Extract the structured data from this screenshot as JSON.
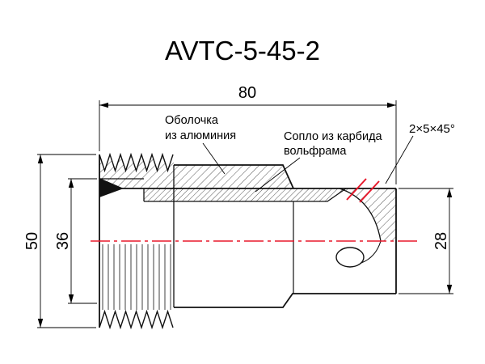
{
  "title": "AVTC-5-45-2",
  "annotations": {
    "shell": {
      "line1": "Оболочка",
      "line2": "из алюминия"
    },
    "nozzle": {
      "line1": "Сопло из карбида",
      "line2": "вольфрама"
    },
    "chamfer": "2×5×45°"
  },
  "dimensions": {
    "overall_length": "80",
    "outer_diameter": "50",
    "thread_diameter": "36",
    "tip_diameter": "28"
  },
  "colors": {
    "line": "#111111",
    "centerline": "#e8192c",
    "background": "#ffffff"
  }
}
